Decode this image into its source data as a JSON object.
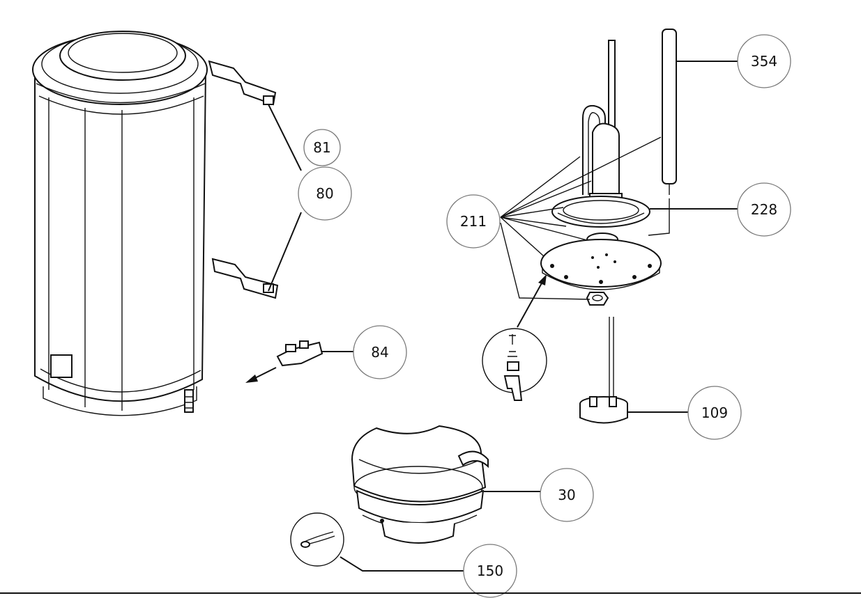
{
  "callouts": {
    "c81": "81",
    "c80": "80",
    "c84": "84",
    "c354": "354",
    "c211": "211",
    "c228": "228",
    "c109": "109",
    "c30": "30",
    "c150": "150"
  }
}
